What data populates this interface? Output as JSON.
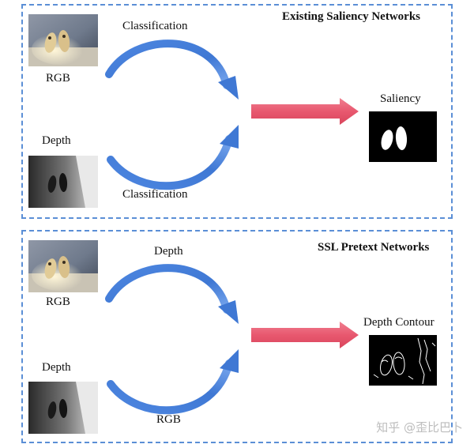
{
  "panels": [
    {
      "title": "Existing Saliency Networks",
      "rgb_label": "RGB",
      "depth_label": "Depth",
      "top_arrow_label": "Classification",
      "bottom_arrow_label": "Classification",
      "output_label": "Saliency"
    },
    {
      "title": "SSL Pretext Networks",
      "rgb_label": "RGB",
      "depth_label": "Depth",
      "top_arrow_label": "Depth",
      "bottom_arrow_label": "RGB",
      "output_label": "Depth Contour"
    }
  ],
  "watermark": "知乎 @歪比巴卜",
  "colors": {
    "panel_border": "#5b8fd6",
    "curved_arrow": "#3f78d4",
    "fusion_arrow": "#e8586f"
  }
}
